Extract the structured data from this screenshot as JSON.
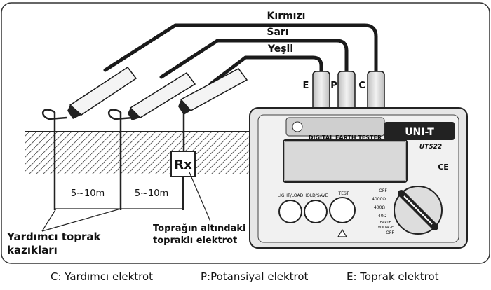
{
  "wires": {
    "red": "Kırmızı",
    "yellow": "Sarı",
    "green": "Yeşil"
  },
  "terminals": {
    "e": "E",
    "p": "P",
    "c": "C"
  },
  "distances": {
    "first": "5~10m",
    "second": "5~10m"
  },
  "rx_label": "Rx",
  "annotations": {
    "aux_line1": "Yardımcı toprak",
    "aux_line2": "kazıkları",
    "earth_line1": "Toprağın altındaki",
    "earth_line2": "topraklı elektrot"
  },
  "device": {
    "brand": "UNI-T",
    "model": "UT522",
    "title": "DIGITAL EARTH TESTER",
    "button_light": "LIGHT/LOAD",
    "button_hold": "HOLD/SAVE",
    "button_test": "TEST",
    "ce_mark": "CE",
    "dial_off_top": "OFF",
    "dial_4000": "4000Ω",
    "dial_400": "400Ω",
    "dial_40": "40Ω",
    "dial_ev1": "EARTH",
    "dial_ev2": "VOLTAGE",
    "dial_off_bottom": "OFF"
  },
  "legend": {
    "c": "C: Yardımcı elektrot",
    "p": "P:Potansiyal elektrot",
    "e": "E: Toprak elektrot"
  },
  "colors": {
    "line": "#1a1a1a",
    "device_body": "#e6e6e6",
    "lcd": "#d9d9d9"
  }
}
